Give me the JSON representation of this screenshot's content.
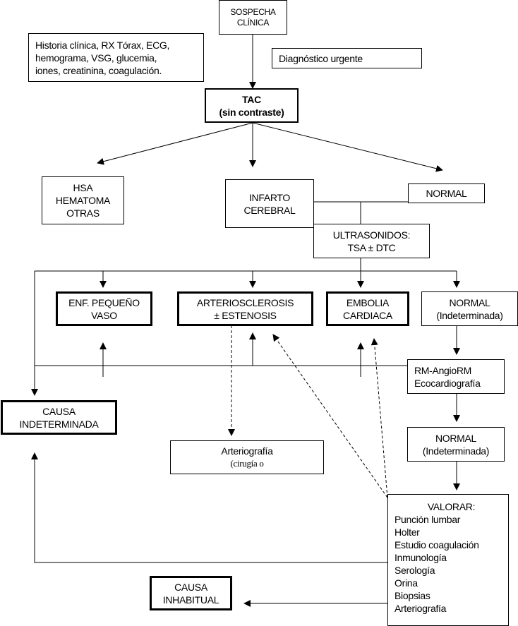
{
  "nodes": {
    "sospecha": [
      "SOSPECHA",
      "CLÍNICA"
    ],
    "historia": [
      "Historia clínica, RX Tórax, ECG,",
      "hemograma, VSG, glucemia,",
      "iones, creatinina, coagulación."
    ],
    "urgente": "Diagnóstico urgente",
    "tac": [
      "TAC",
      "(sin contraste)"
    ],
    "hsa": [
      "HSA",
      "HEMATOMA",
      "OTRAS"
    ],
    "infarto": [
      "INFARTO",
      "CEREBRAL"
    ],
    "normal_tac": "NORMAL",
    "ultrasonidos": [
      "ULTRASONIDOS:",
      "TSA ± DTC"
    ],
    "pequeno_vaso": [
      "ENF. PEQUEÑO",
      "VASO"
    ],
    "arterio": [
      "ARTERIOSCLEROSIS",
      "± ESTENOSIS"
    ],
    "embolia": [
      "EMBOLIA",
      "CARDIACA"
    ],
    "normal_indet1": [
      "NORMAL",
      "(Indeterminada)"
    ],
    "rm": [
      "RM-AngioRM",
      "Ecocardiografía"
    ],
    "normal_indet2": [
      "NORMAL",
      "(Indeterminada)"
    ],
    "causa_indet": [
      "CAUSA",
      "INDETERMINADA"
    ],
    "arteriografia": [
      "Arteriografía",
      "(cirugía o"
    ],
    "valorar": {
      "title": "VALORAR:",
      "items": [
        "Punción lumbar",
        "Holter",
        "Estudio coagulación",
        "Inmunología",
        "Serología",
        "Orina",
        "Biopsias",
        "Arteriografía"
      ]
    },
    "causa_inhab": [
      "CAUSA",
      "INHABITUAL"
    ]
  }
}
